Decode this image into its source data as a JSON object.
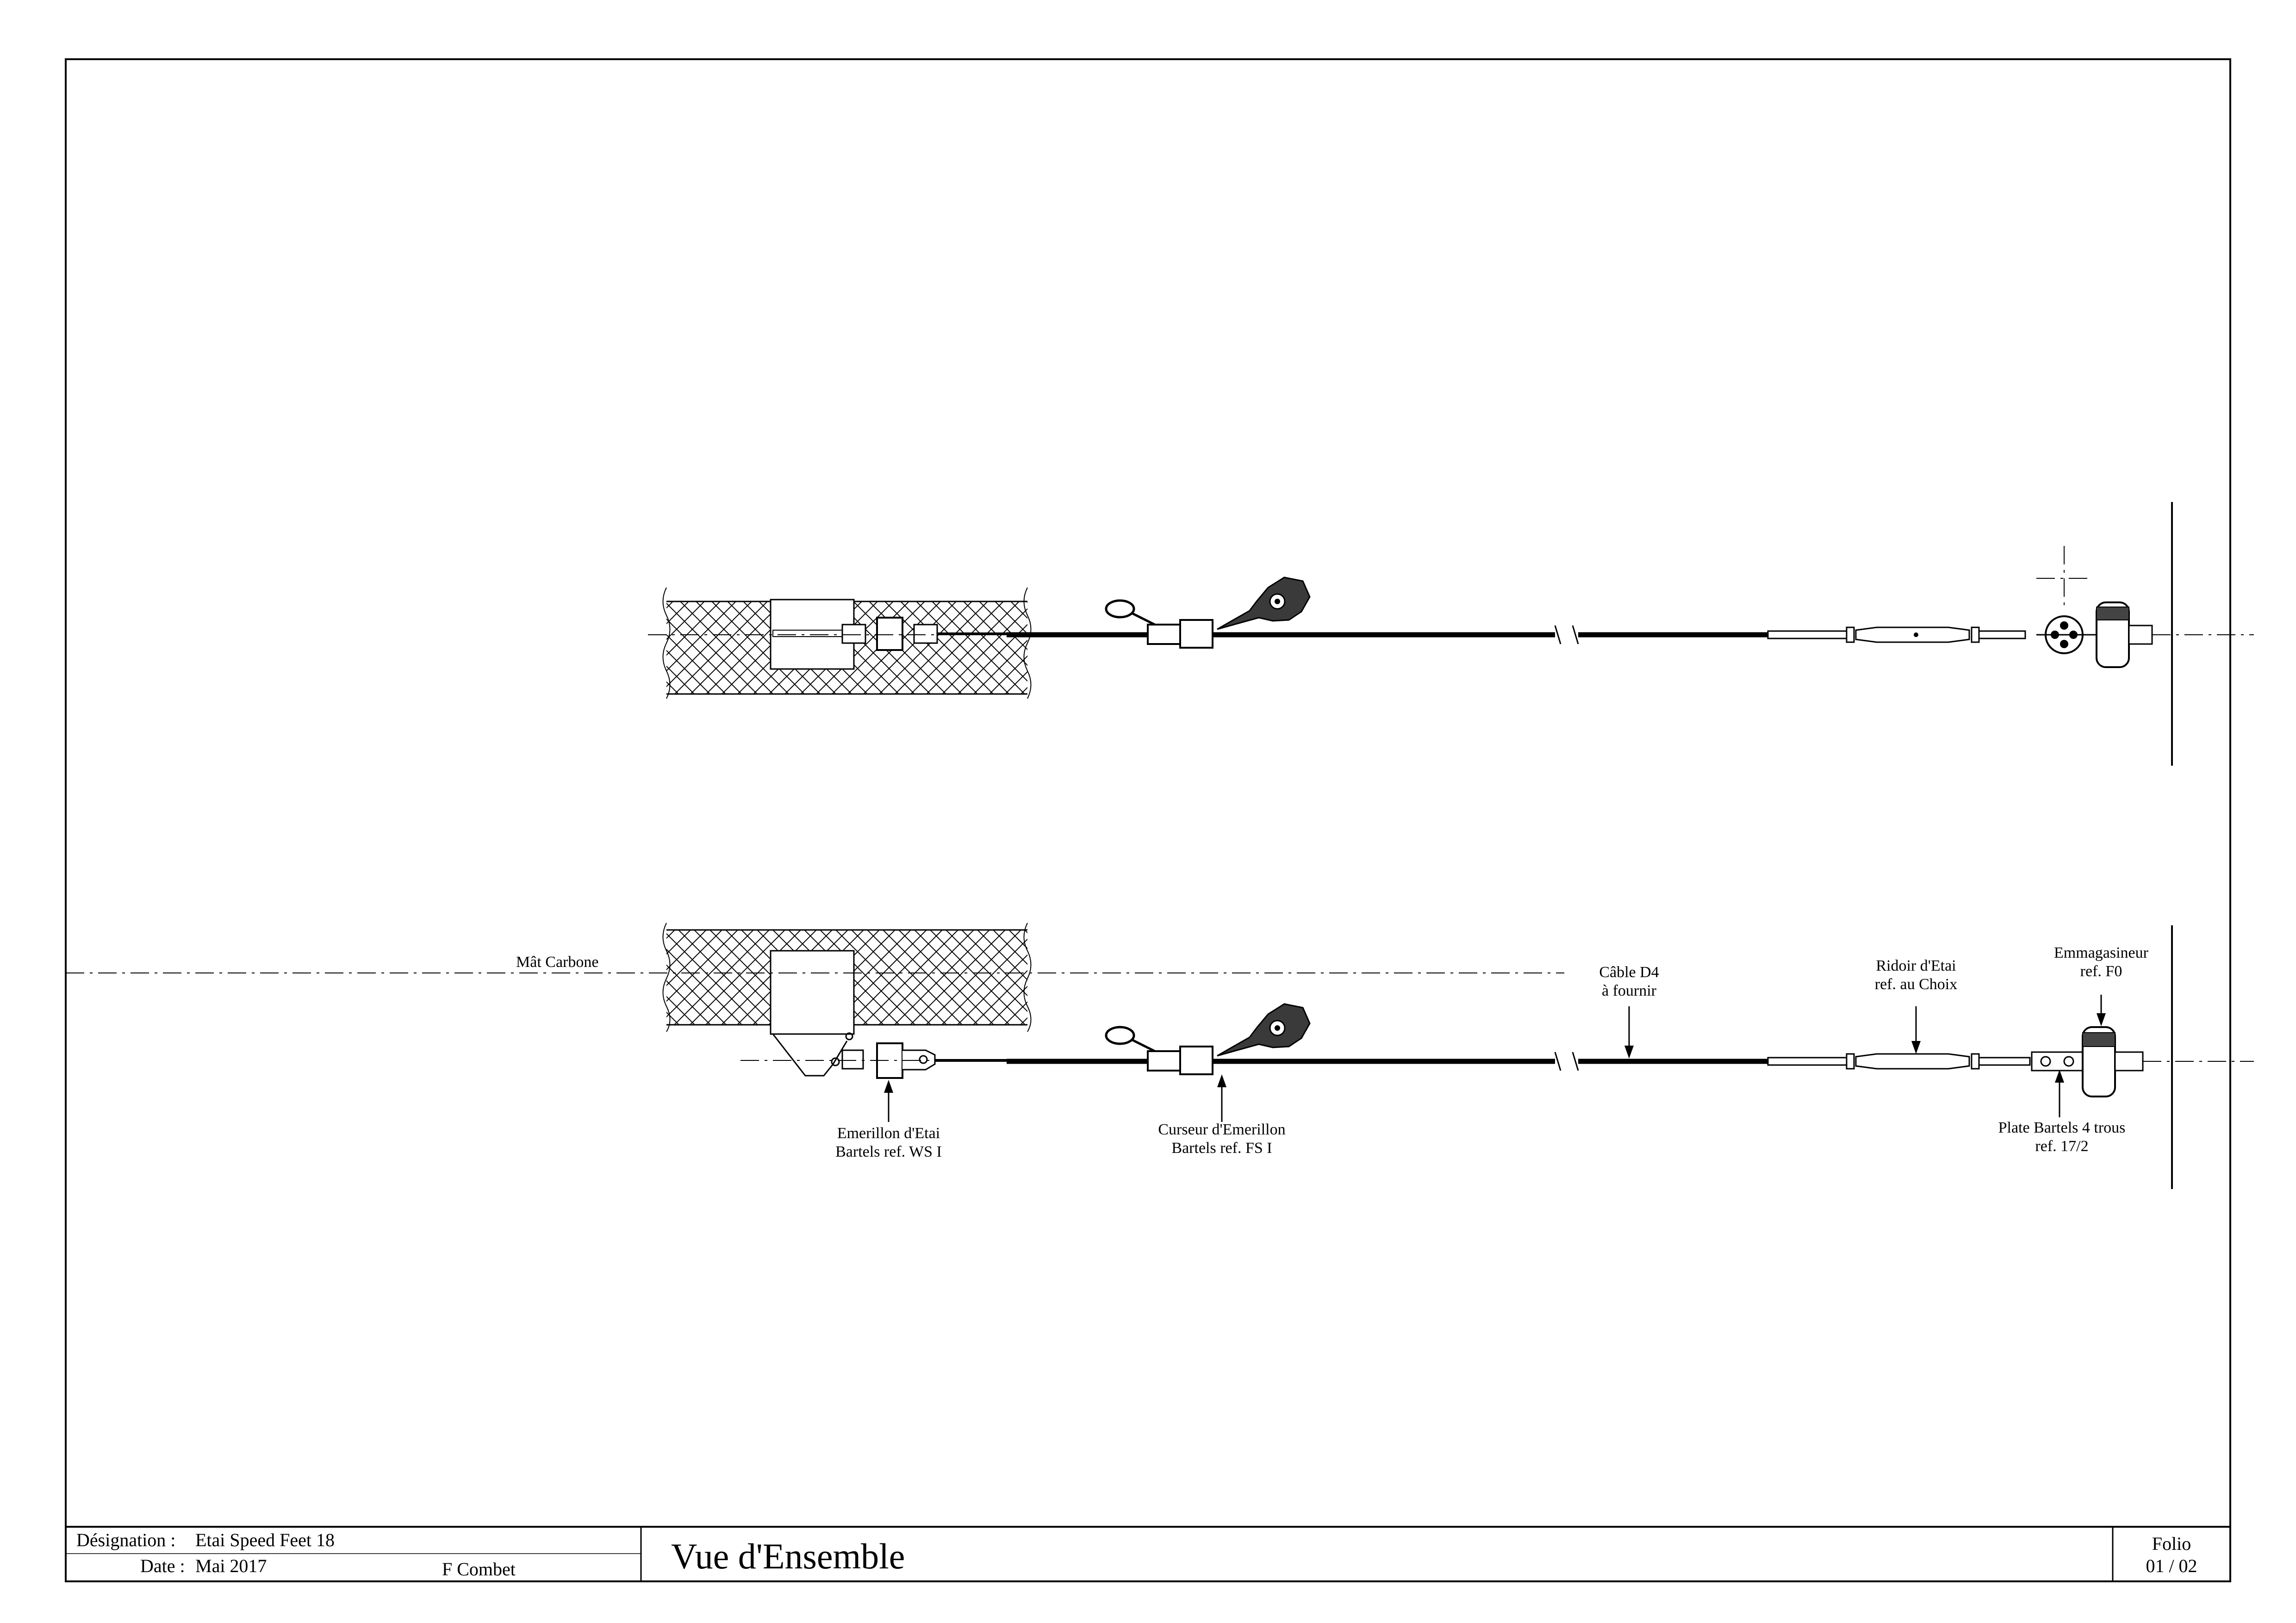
{
  "labels": {
    "mat": "Mât Carbone",
    "cable": [
      "Câble D4",
      "à fournir"
    ],
    "ridoir": [
      "Ridoir d'Etai",
      "ref. au Choix"
    ],
    "emmagasineur": [
      "Emmagasineur",
      "ref. F0"
    ],
    "emerillon": [
      "Emerillon d'Etai",
      "Bartels ref. WS I"
    ],
    "curseur": [
      "Curseur d'Emerillon",
      "Bartels ref. FS I"
    ],
    "plate": [
      "Plate Bartels 4 trous",
      "ref. 17/2"
    ]
  },
  "title_block": {
    "designation_label": "Désignation :",
    "designation_value": "Etai Speed Feet 18",
    "date_label": "Date :",
    "date_value": "Mai 2017",
    "author": "F Combet",
    "title": "Vue d'Ensemble",
    "folio_label": "Folio",
    "folio_value": "01 / 02"
  }
}
